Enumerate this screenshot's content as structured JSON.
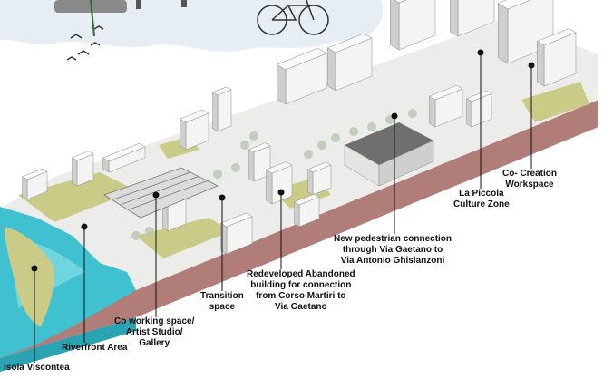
{
  "labels": {
    "isola": "Isola Viscontea",
    "riverfront": "Riverfront Area",
    "coworking": "Co working space/\nArtist Studio/\nGallery",
    "transition": "Transition\nspace",
    "redeveloped": "Redeveloped Abandoned\nbuilding for connection\nfrom Corso Martiri to\nVia Gaetano",
    "pedestrian": "New pedestrian connection\nthrough Via Gaetano to\nVia Antonio Ghislanzoni",
    "piccola": "La Piccola\nCulture Zone",
    "cocreation": "Co- Creation\nWorkspace"
  },
  "colors": {
    "water": "#3fc1cf",
    "water_light": "#8fe2e8",
    "grass": "#c9cb86",
    "building": "#f4f4f2",
    "building_shade": "#cfcfcd",
    "dark_building": "#6f6f6f",
    "base_section": "#b07d78",
    "leader": "#111111"
  }
}
